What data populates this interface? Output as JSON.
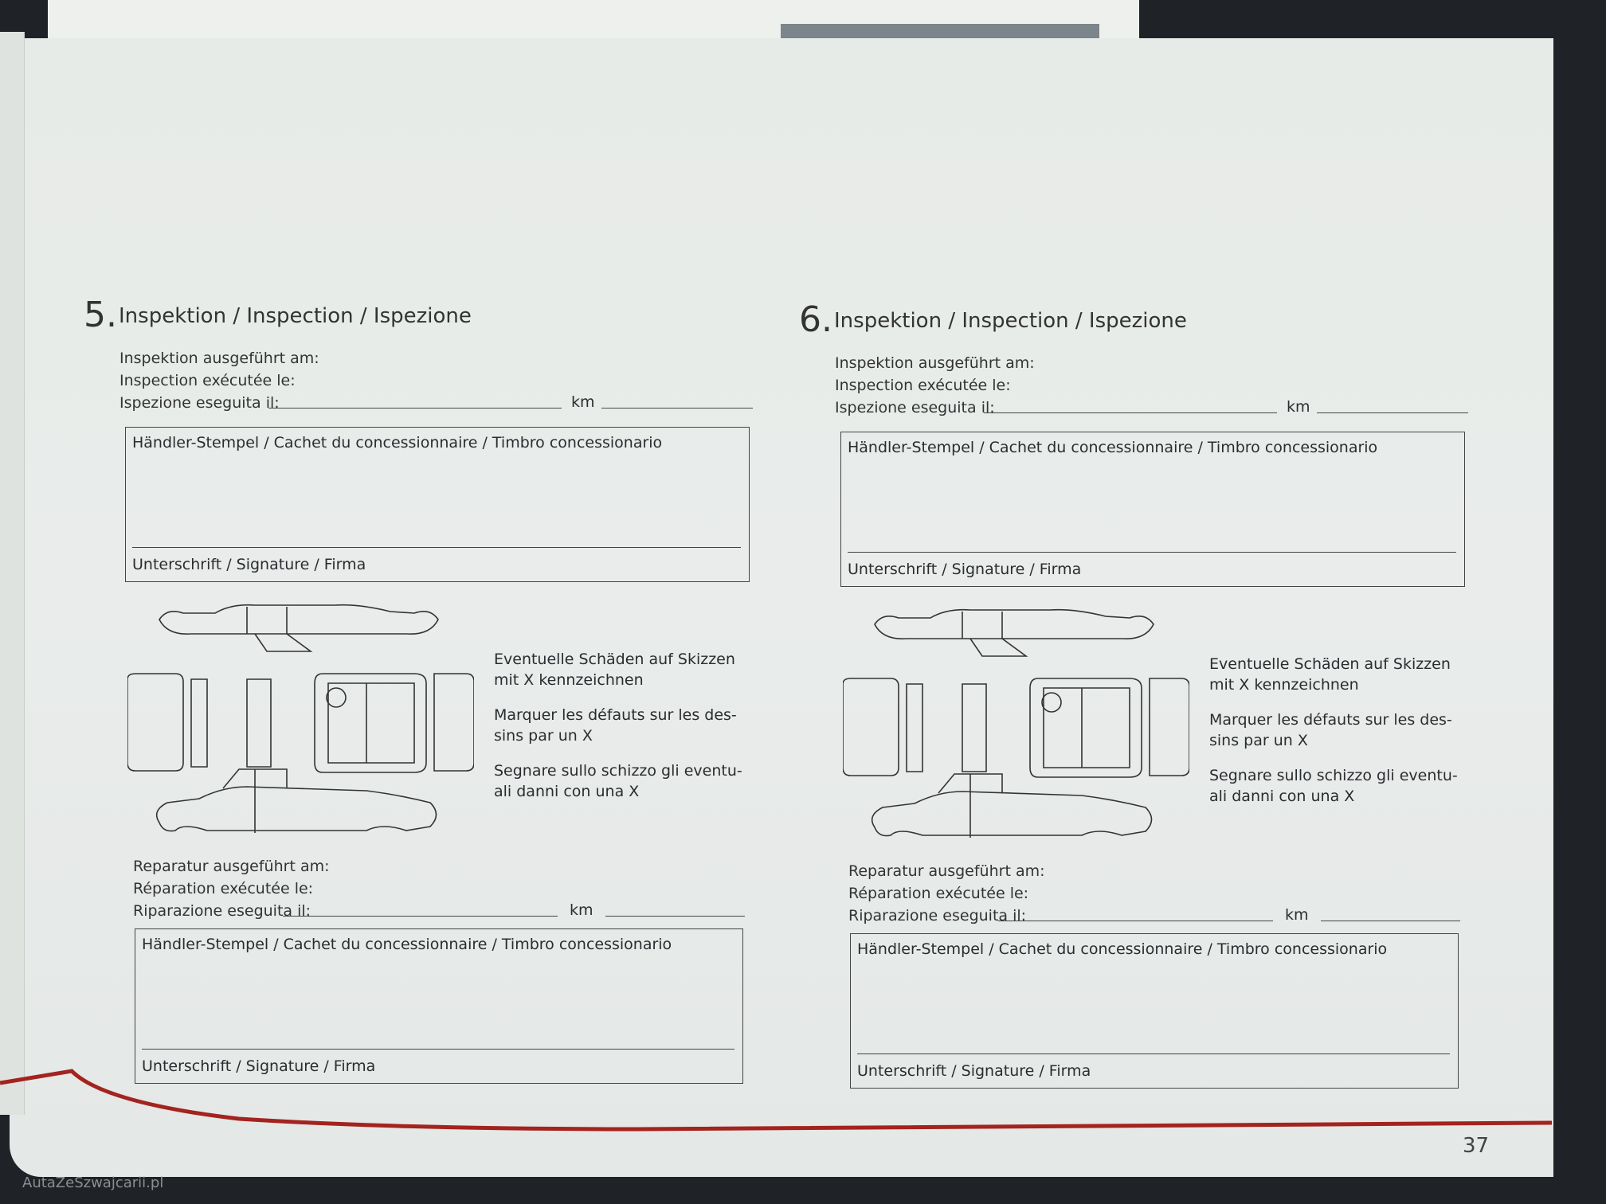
{
  "sections": [
    {
      "number": "5.",
      "title": "Inspektion / Inspection / Ispezione",
      "inspection_labels": [
        "Inspektion ausgeführt am:",
        "Inspection exécutée le:",
        "Ispezione eseguita il:"
      ],
      "km_label": "km",
      "stamp_box": {
        "heading": "Händler-Stempel / Cachet du concessionnaire / Timbro concessionario",
        "signature": "Unterschrift / Signature / Firma"
      },
      "instructions": [
        "Eventuelle Schäden auf Skizzen mit X kennzeichnen",
        "Marquer les défauts sur les des-sins par un X",
        "Segnare sullo schizzo gli eventu-ali danni con una X"
      ],
      "repair_labels": [
        "Reparatur ausgeführt am:",
        "Réparation exécutée le:",
        "Riparazione eseguita il:"
      ],
      "repair_km_label": "km",
      "repair_box": {
        "heading": "Händler-Stempel / Cachet du concessionnaire / Timbro concessionario",
        "signature": "Unterschrift / Signature / Firma"
      }
    },
    {
      "number": "6.",
      "title": "Inspektion / Inspection / Ispezione",
      "inspection_labels": [
        "Inspektion ausgeführt am:",
        "Inspection exécutée le:",
        "Ispezione eseguita il:"
      ],
      "km_label": "km",
      "stamp_box": {
        "heading": "Händler-Stempel / Cachet du concessionnaire / Timbro concessionario",
        "signature": "Unterschrift / Signature / Firma"
      },
      "instructions": [
        "Eventuelle Schäden auf Skizzen mit X kennzeichnen",
        "Marquer les défauts sur les des-sins par un X",
        "Segnare sullo schizzo gli eventu-ali danni con una X"
      ],
      "repair_labels": [
        "Reparatur ausgeführt am:",
        "Réparation exécutée le:",
        "Riparazione eseguita il:"
      ],
      "repair_km_label": "km",
      "repair_box": {
        "heading": "Händler-Stempel / Cachet du concessionnaire / Timbro concessionario",
        "signature": "Unterschrift / Signature / Firma"
      }
    }
  ],
  "page_number": "37",
  "watermark": "AutaZeSzwajcarii.pl",
  "colors": {
    "accent_line": "#a3231f",
    "paper": "#e8ebe9",
    "background": "#1f2226"
  }
}
